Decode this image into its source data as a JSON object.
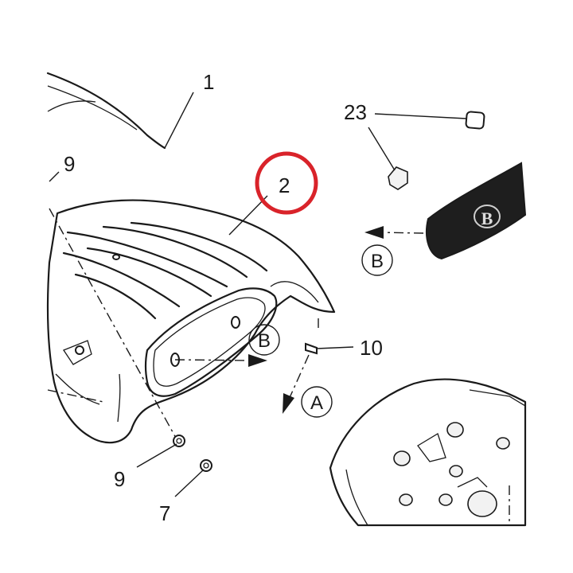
{
  "callouts": {
    "c1": "1",
    "c2": "2",
    "c23": "23",
    "c9_top": "9",
    "c10": "10",
    "c9_bottom": "9",
    "c7": "7"
  },
  "view_letters": {
    "b_right": "B",
    "b_center": "B",
    "a": "A"
  },
  "emblem_letter": "B",
  "colors": {
    "highlight_circle": "#d9232a",
    "line": "#1a1a1a",
    "badge_fill": "#1e1e1e"
  }
}
